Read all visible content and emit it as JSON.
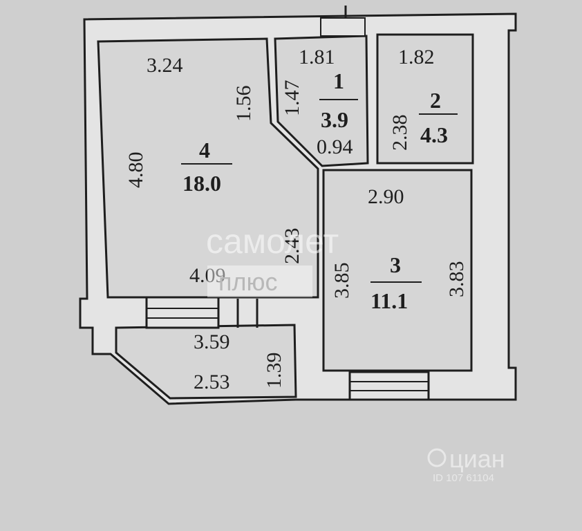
{
  "rooms": {
    "r1": {
      "number": "1",
      "area": "3.9",
      "top": "1.81",
      "side": "1.47",
      "bottom": "0.94"
    },
    "r2": {
      "number": "2",
      "area": "4.3",
      "top": "1.82",
      "side": "2.38"
    },
    "r3": {
      "number": "3",
      "area": "11.1",
      "top": "2.90",
      "left": "3.85",
      "right": "3.83"
    },
    "r4": {
      "number": "4",
      "area": "18.0",
      "top": "3.24",
      "left": "4.80",
      "diag": "1.56",
      "inner": "2.43",
      "bottom": "4.09"
    },
    "balcony": {
      "top": "3.59",
      "bottom": "2.53",
      "side": "1.39"
    }
  },
  "watermark": {
    "main": "самолет",
    "sub": "плюс"
  },
  "corner_watermark": {
    "brand": "циан",
    "id": "ID 107 61104"
  },
  "colors": {
    "paper": "#cfcfcf",
    "ink": "#1e1e1e",
    "wall": "#e4e4e4"
  }
}
